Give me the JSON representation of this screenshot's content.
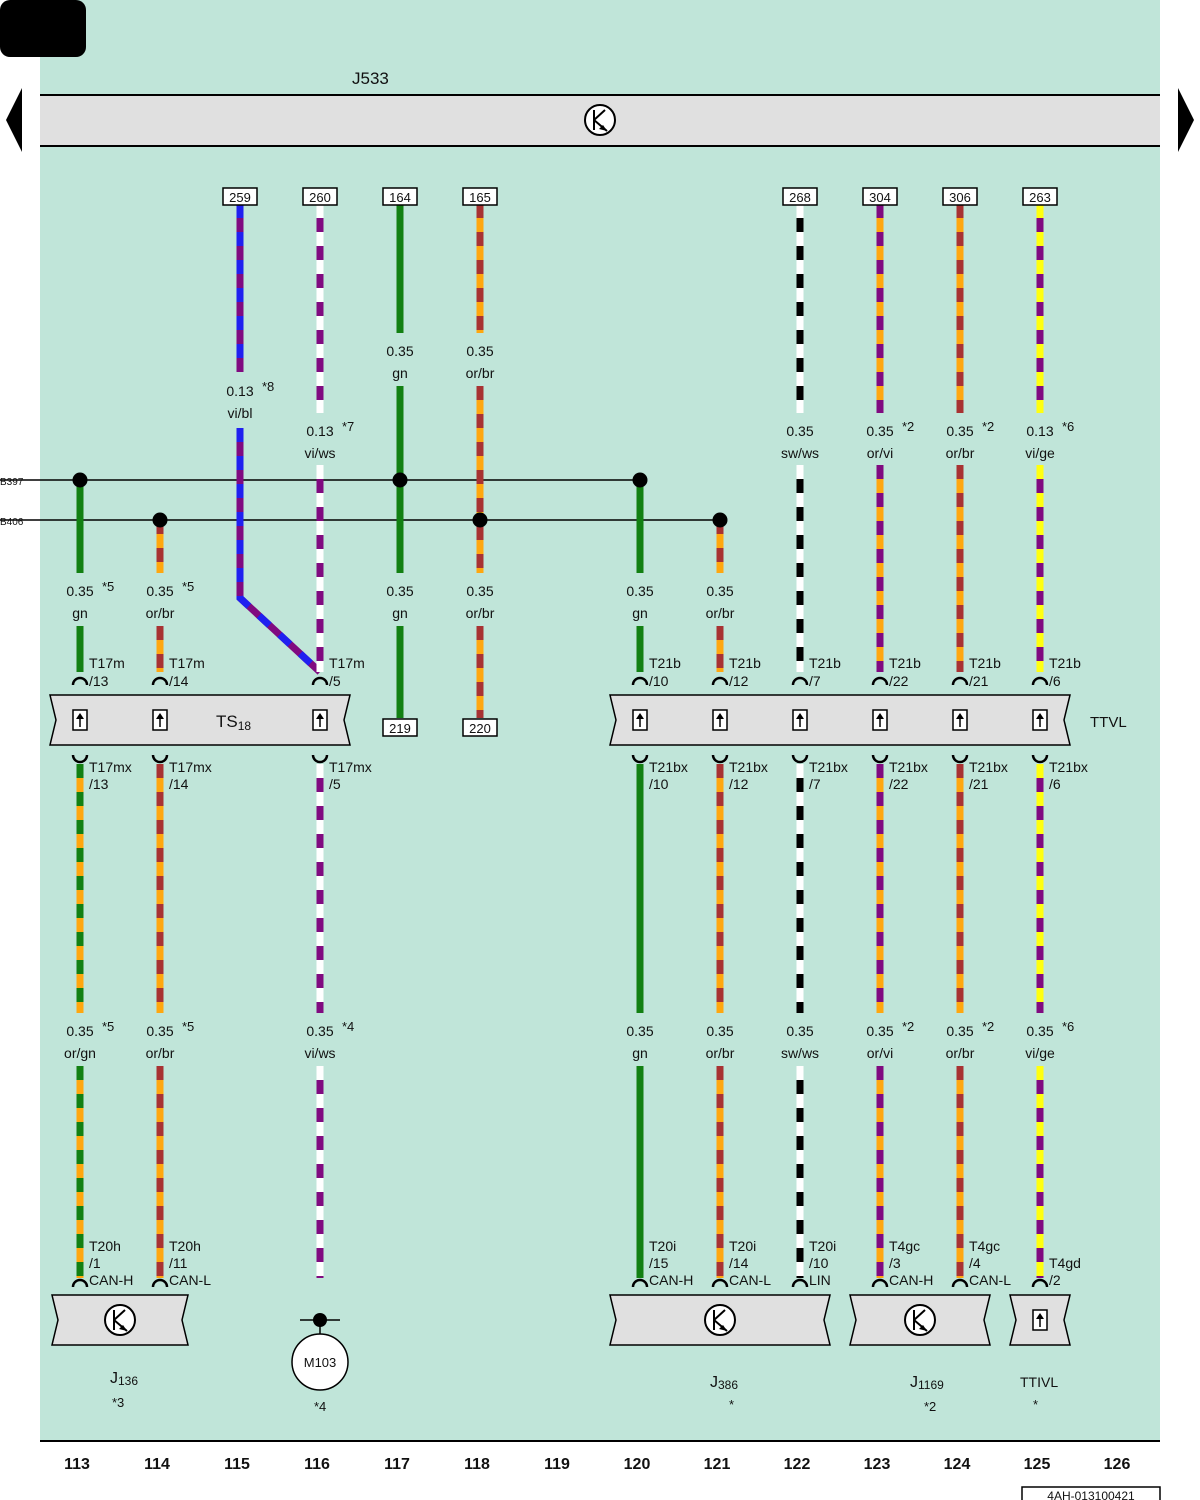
{
  "header": {
    "control_unit": "J533"
  },
  "connection_points": [
    "259",
    "260",
    "164",
    "165",
    "268",
    "304",
    "306",
    "263"
  ],
  "lower_points": [
    "219",
    "220"
  ],
  "bus_lines": [
    "B397",
    "B406"
  ],
  "top_wires": [
    {
      "size": "0.13",
      "color": "vi/bl",
      "note": "*8"
    },
    {
      "size": "0.13",
      "color": "vi/ws",
      "note": "*7"
    },
    {
      "size": "0.35",
      "color": "gn",
      "note": ""
    },
    {
      "size": "0.35",
      "color": "or/br",
      "note": ""
    },
    {
      "size": "0.35",
      "color": "sw/ws",
      "note": ""
    },
    {
      "size": "0.35",
      "color": "or/vi",
      "note": "*2"
    },
    {
      "size": "0.35",
      "color": "or/br",
      "note": "*2"
    },
    {
      "size": "0.13",
      "color": "vi/ge",
      "note": "*6"
    }
  ],
  "mid_wires": [
    {
      "size": "0.35",
      "color": "gn",
      "note": "*5"
    },
    {
      "size": "0.35",
      "color": "or/br",
      "note": "*5"
    },
    {
      "size": "0.35",
      "color": "gn",
      "note": ""
    },
    {
      "size": "0.35",
      "color": "or/br",
      "note": ""
    },
    {
      "size": "0.35",
      "color": "gn",
      "note": ""
    },
    {
      "size": "0.35",
      "color": "or/br",
      "note": ""
    }
  ],
  "upper_pins": [
    {
      "conn": "T17m",
      "pin": "/13"
    },
    {
      "conn": "T17m",
      "pin": "/14"
    },
    {
      "conn": "T17m",
      "pin": "/5"
    },
    {
      "conn": "T21b",
      "pin": "/10"
    },
    {
      "conn": "T21b",
      "pin": "/12"
    },
    {
      "conn": "T21b",
      "pin": "/7"
    },
    {
      "conn": "T21b",
      "pin": "/22"
    },
    {
      "conn": "T21b",
      "pin": "/21"
    },
    {
      "conn": "T21b",
      "pin": "/6"
    }
  ],
  "lower_pins": [
    {
      "conn": "T17mx",
      "pin": "/13"
    },
    {
      "conn": "T17mx",
      "pin": "/14"
    },
    {
      "conn": "T17mx",
      "pin": "/5"
    },
    {
      "conn": "T21bx",
      "pin": "/10"
    },
    {
      "conn": "T21bx",
      "pin": "/12"
    },
    {
      "conn": "T21bx",
      "pin": "/7"
    },
    {
      "conn": "T21bx",
      "pin": "/22"
    },
    {
      "conn": "T21bx",
      "pin": "/21"
    },
    {
      "conn": "T21bx",
      "pin": "/6"
    }
  ],
  "bottom_wires": [
    {
      "size": "0.35",
      "color": "or/gn",
      "note": "*5"
    },
    {
      "size": "0.35",
      "color": "or/br",
      "note": "*5"
    },
    {
      "size": "0.35",
      "color": "vi/ws",
      "note": "*4"
    },
    {
      "size": "0.35",
      "color": "gn",
      "note": ""
    },
    {
      "size": "0.35",
      "color": "or/br",
      "note": ""
    },
    {
      "size": "0.35",
      "color": "sw/ws",
      "note": ""
    },
    {
      "size": "0.35",
      "color": "or/vi",
      "note": "*2"
    },
    {
      "size": "0.35",
      "color": "or/br",
      "note": "*2"
    },
    {
      "size": "0.35",
      "color": "vi/ge",
      "note": "*6"
    }
  ],
  "end_pins": [
    {
      "conn": "T20h",
      "pin": "/1",
      "signal": "CAN-H"
    },
    {
      "conn": "T20h",
      "pin": "/11",
      "signal": "CAN-L"
    },
    {
      "conn": "T20i",
      "pin": "/15",
      "signal": "CAN-H"
    },
    {
      "conn": "T20i",
      "pin": "/14",
      "signal": "CAN-L"
    },
    {
      "conn": "T20i",
      "pin": "/10",
      "signal": "LIN"
    },
    {
      "conn": "T4gc",
      "pin": "/3",
      "signal": "CAN-H"
    },
    {
      "conn": "T4gc",
      "pin": "/4",
      "signal": "CAN-L"
    },
    {
      "conn": "T4gd",
      "pin": "/2",
      "signal": ""
    }
  ],
  "components": {
    "ts": {
      "name": "TS",
      "sub": "18"
    },
    "ttvl": "TTVL",
    "j136": {
      "name": "J",
      "sub": "136",
      "note": "*3"
    },
    "m103": {
      "name": "M103",
      "note": "*4"
    },
    "j386": {
      "name": "J",
      "sub": "386",
      "note": "*"
    },
    "j1169": {
      "name": "J",
      "sub": "1169",
      "note": "*2"
    },
    "ttivl": {
      "name": "TTIVL",
      "note": "*"
    }
  },
  "columns": [
    "113",
    "114",
    "115",
    "116",
    "117",
    "118",
    "119",
    "120",
    "121",
    "122",
    "123",
    "124",
    "125",
    "126"
  ],
  "doc_id": "4AH-013100421",
  "colors": {
    "background": "#c0e5d9",
    "gray": "#e0e0e0",
    "gn": "#128012",
    "or": "#ffa70f",
    "br": "#a83232",
    "vi": "#800a80",
    "bl": "#2020f0",
    "ws": "#ffffff",
    "sw": "#000000",
    "ge": "#ffff10"
  }
}
